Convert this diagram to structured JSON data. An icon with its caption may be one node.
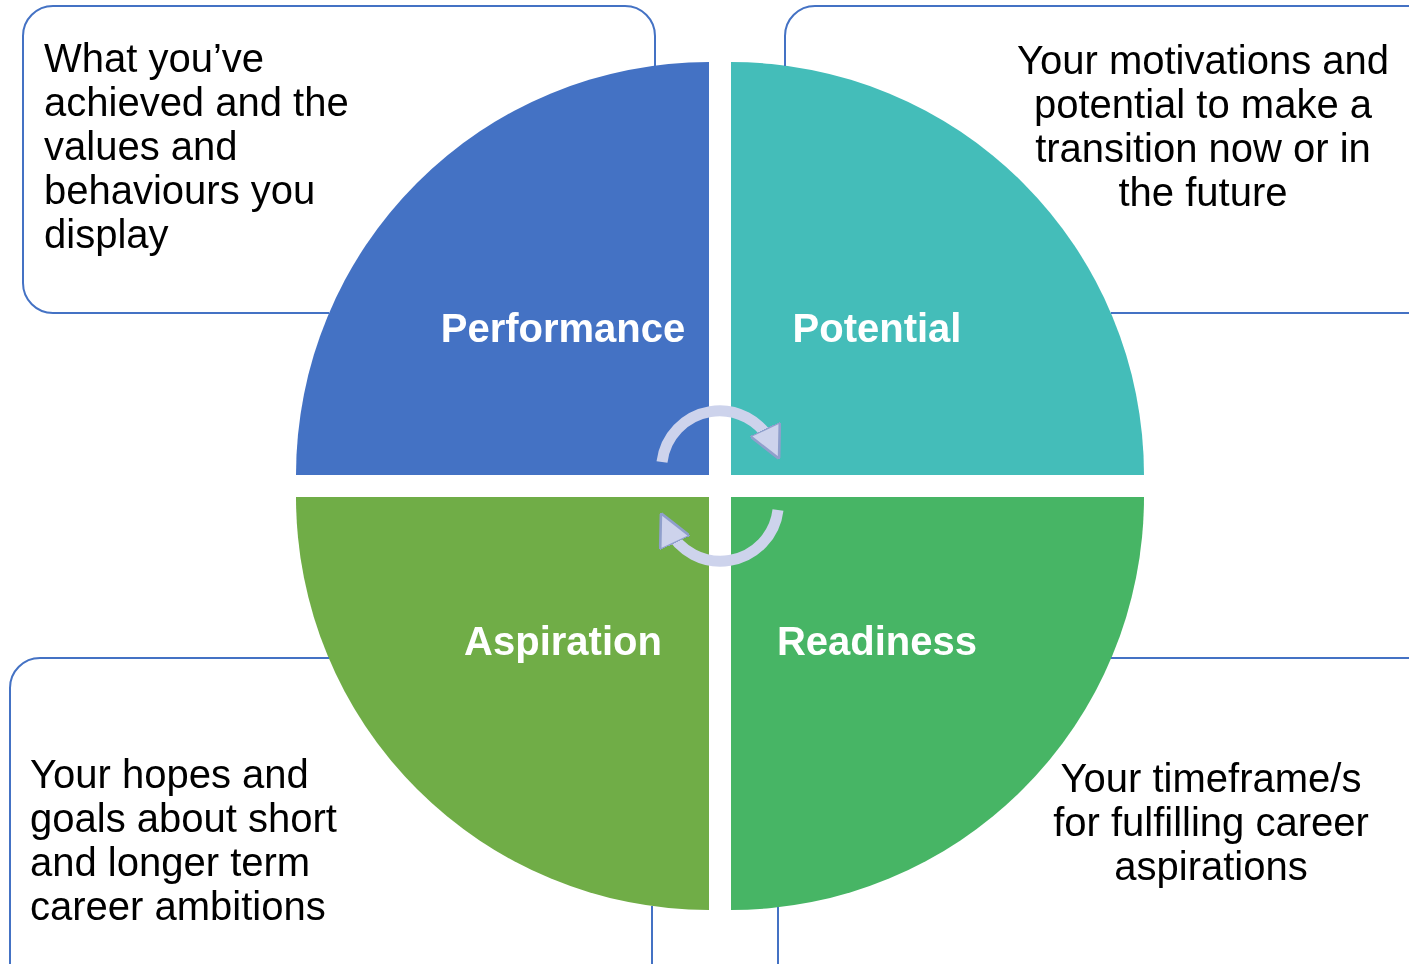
{
  "diagram": {
    "nodes": [
      {
        "text": [
          "What you’ve achieved and the values and behaviours you display"
        ]
      },
      {
        "text": [
          "Your motivations and potential to make a transition now or in the future"
        ]
      },
      {
        "text": [
          "Performance"
        ]
      },
      {
        "text": [
          "Potential"
        ]
      },
      {
        "text": [
          "Aspiration"
        ]
      },
      {
        "text": [
          "Readiness"
        ]
      },
      {
        "text": [
          "Your hopes and goals about short and longer term career ambitions"
        ]
      },
      {
        "text": [
          "Your timeframe/s for fulfilling career aspirations"
        ]
      }
    ],
    "edges": [
      {
        "from": 2,
        "to": 3,
        "arrow": "to"
      },
      {
        "from": 5,
        "to": 4,
        "arrow": "to"
      }
    ]
  }
}
